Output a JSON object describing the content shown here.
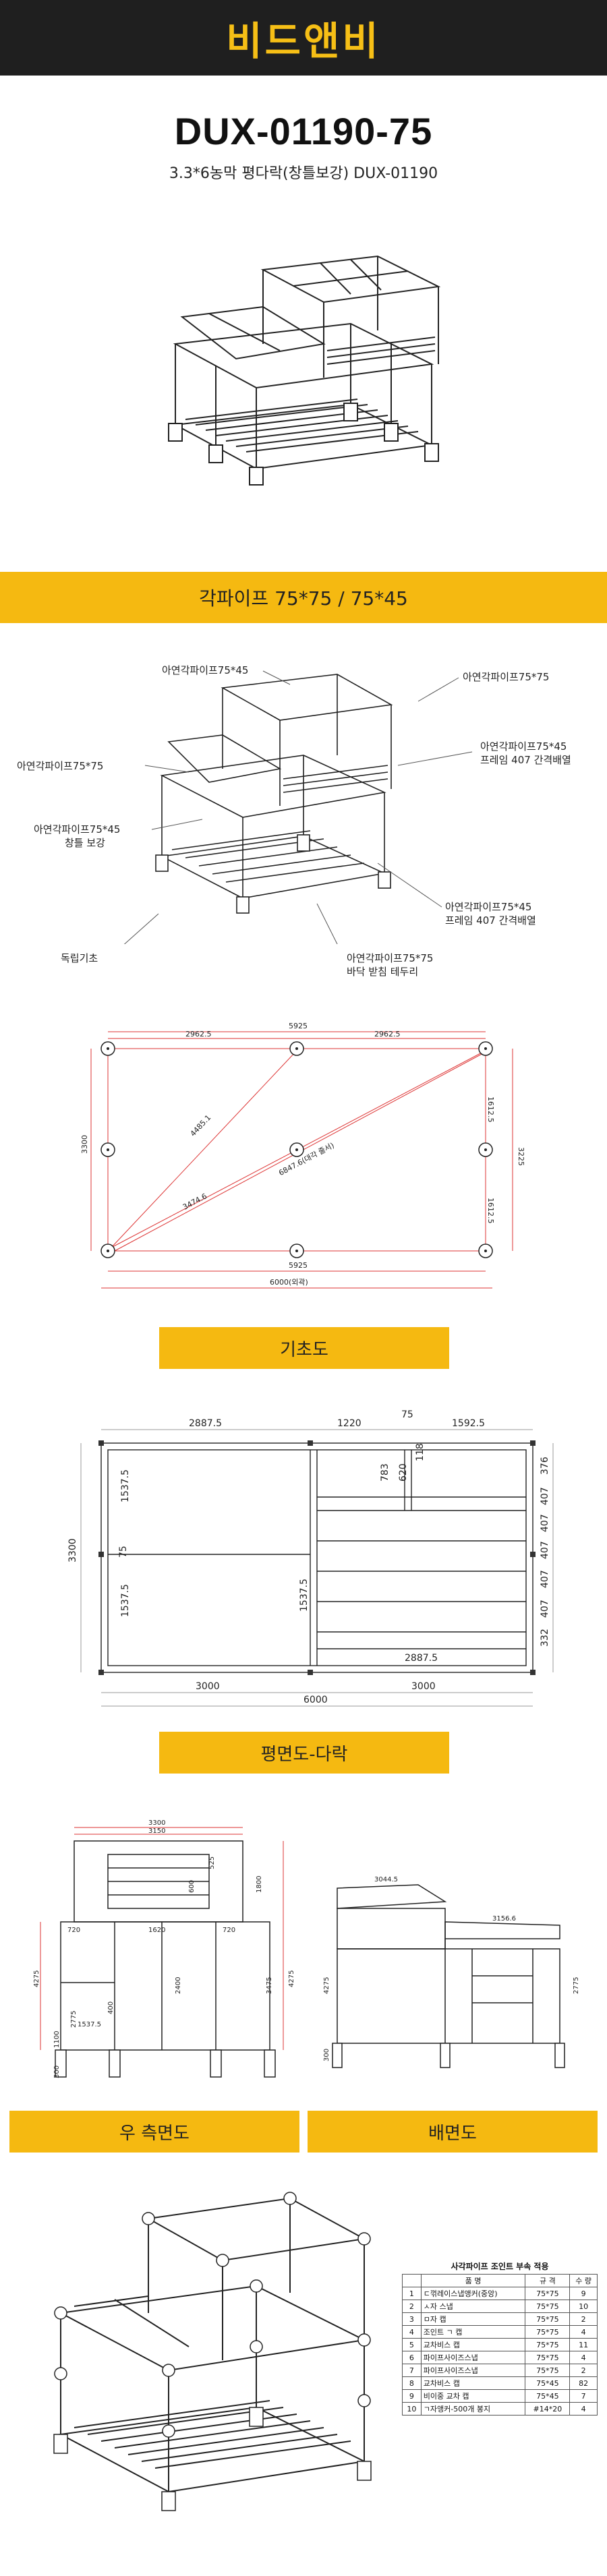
{
  "header": {
    "logo_text": "비드앤비",
    "background": "#1f1f1f",
    "accent": "#f6bf16"
  },
  "product": {
    "code": "DUX-01190-75",
    "subtitle": "3.3*6농막 평다락(창틀보강) DUX-01190"
  },
  "section_pipe": {
    "title": "각파이프 75*75 / 75*45"
  },
  "pipe_labels": {
    "l1": "아연각파이프75*45",
    "l2": "아연각파이프75*75",
    "l3": "아연각파이프75*75",
    "l4a": "아연각파이프75*45",
    "l4b": "프레임 407 간격배열",
    "l5a": "아연각파이프75*45",
    "l5b": "창틀 보강",
    "l6a": "아연각파이프75*45",
    "l6b": "프레임 407 간격배열",
    "l7": "독립기초",
    "l8a": "아연각파이프75*75",
    "l8b": "바닥 받침 테두리"
  },
  "foundation": {
    "label": "기초도",
    "dims": {
      "top_total": "5925",
      "top_left": "2962.5",
      "top_right": "2962.5",
      "left_height": "3300",
      "right_total": "3225",
      "right_top": "1612.5",
      "right_bottom": "1612.5",
      "diag_a": "4485.1",
      "diag_b": "3474.6",
      "diag_c": "6847.6(대각 줄서)",
      "bottom_inner": "5925",
      "bottom_outer": "6000(외곽)"
    }
  },
  "floor_plan": {
    "label": "평면도-다락",
    "dims": {
      "top_left": "2887.5",
      "top_mid": "1220",
      "top_gap": "75",
      "top_right": "1592.5",
      "left_total": "3300",
      "left_a": "1537.5",
      "left_b": "75",
      "left_c": "1537.5",
      "mid_a": "783",
      "mid_b": "620",
      "mid_c": "118",
      "mid_d": "1537.5",
      "right_a": "376",
      "right_b": "407",
      "right_c": "407",
      "right_d": "407",
      "right_e": "407",
      "right_f": "407",
      "right_g": "332",
      "inner_bottom": "2887.5",
      "bottom_left": "3000",
      "bottom_right": "3000",
      "bottom_total": "6000"
    }
  },
  "side_view": {
    "label": "우 측면도",
    "dims": {
      "top_a": "3300",
      "top_b": "3150",
      "w_a": "720",
      "w_b": "1620",
      "w_c": "720",
      "h_a": "4275",
      "h_b": "4275",
      "h_c": "2775",
      "h_d": "1100",
      "h_e": "300",
      "h_f": "1800",
      "h_g": "2400",
      "h_h": "3475",
      "h_i": "1537.5",
      "h_j": "600",
      "h_k": "525",
      "h_l": "400"
    }
  },
  "rear_view": {
    "label": "배면도",
    "dims": {
      "a": "3044.5",
      "b": "3156.6",
      "c": "4275",
      "d": "2775",
      "e": "300"
    }
  },
  "parts_list": {
    "title": "사각파이프 조인트 부속 적용",
    "headers": [
      "품 명",
      "규 격",
      "수 량"
    ],
    "rows": [
      {
        "no": "1",
        "name": "ㄷ꺾레이스냅앵커(중앙)",
        "spec": "75*75",
        "qty": "9"
      },
      {
        "no": "2",
        "name": "ㅅ자 스냅",
        "spec": "75*75",
        "qty": "10"
      },
      {
        "no": "3",
        "name": "ㅁ자 캡",
        "spec": "75*75",
        "qty": "2"
      },
      {
        "no": "4",
        "name": "조인트 ㄱ 캡",
        "spec": "75*75",
        "qty": "4"
      },
      {
        "no": "5",
        "name": "교차비스 캡",
        "spec": "75*75",
        "qty": "11"
      },
      {
        "no": "6",
        "name": "파이프사이즈스냅",
        "spec": "75*75",
        "qty": "4"
      },
      {
        "no": "7",
        "name": "파이프사이즈스냅",
        "spec": "75*75",
        "qty": "2"
      },
      {
        "no": "8",
        "name": "교차비스 캡",
        "spec": "75*45",
        "qty": "82"
      },
      {
        "no": "9",
        "name": "비이중 교차 캡",
        "spec": "75*45",
        "qty": "7"
      },
      {
        "no": "10",
        "name": "ㄱ자앵커-500개 봉지",
        "spec": "#14*20",
        "qty": "4"
      }
    ]
  }
}
